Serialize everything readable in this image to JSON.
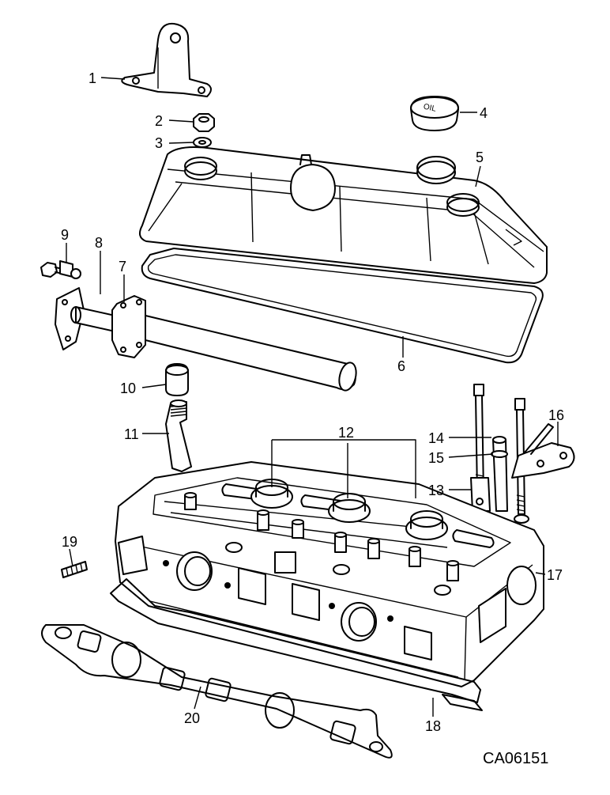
{
  "diagram": {
    "drawing_code": "CA06151",
    "cap_text": "OIL",
    "callouts": [
      {
        "id": "callout-1",
        "label": "1"
      },
      {
        "id": "callout-2",
        "label": "2"
      },
      {
        "id": "callout-3",
        "label": "3"
      },
      {
        "id": "callout-4",
        "label": "4"
      },
      {
        "id": "callout-5",
        "label": "5"
      },
      {
        "id": "callout-6",
        "label": "6"
      },
      {
        "id": "callout-7",
        "label": "7"
      },
      {
        "id": "callout-8",
        "label": "8"
      },
      {
        "id": "callout-9",
        "label": "9"
      },
      {
        "id": "callout-10",
        "label": "10"
      },
      {
        "id": "callout-11",
        "label": "11"
      },
      {
        "id": "callout-12",
        "label": "12"
      },
      {
        "id": "callout-13",
        "label": "13"
      },
      {
        "id": "callout-14",
        "label": "14"
      },
      {
        "id": "callout-15",
        "label": "15"
      },
      {
        "id": "callout-16",
        "label": "16"
      },
      {
        "id": "callout-17",
        "label": "17"
      },
      {
        "id": "callout-18",
        "label": "18"
      },
      {
        "id": "callout-19",
        "label": "19"
      },
      {
        "id": "callout-20",
        "label": "20"
      }
    ]
  }
}
